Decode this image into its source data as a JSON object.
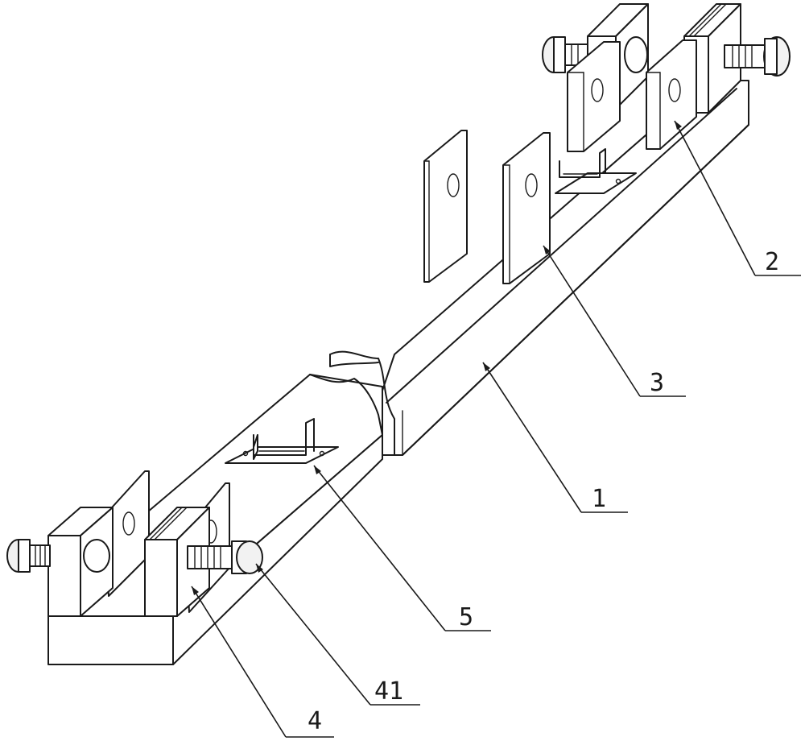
{
  "callouts": {
    "rail": "1",
    "clamp_plate": "2",
    "plate": "3",
    "clamp": "4",
    "screw": "41",
    "bracket": "5"
  }
}
